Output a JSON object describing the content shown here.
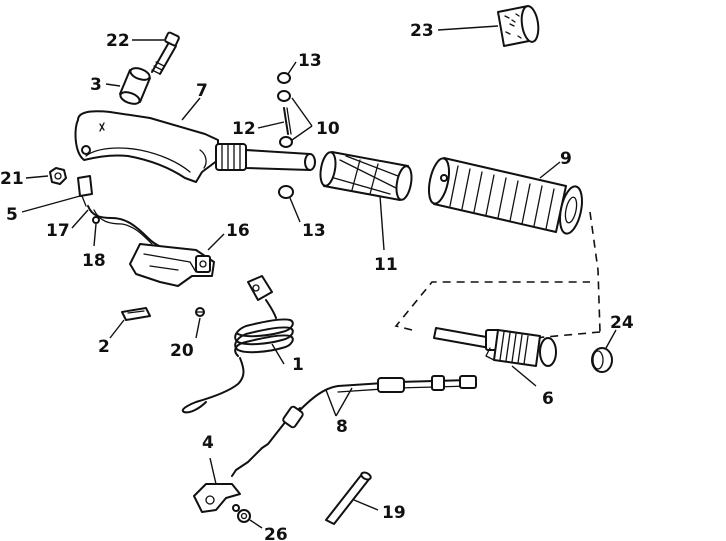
{
  "diagram": {
    "callouts": [
      {
        "id": "c22",
        "label": "22"
      },
      {
        "id": "c3",
        "label": "3"
      },
      {
        "id": "c7",
        "label": "7"
      },
      {
        "id": "c13a",
        "label": "13"
      },
      {
        "id": "c12",
        "label": "12"
      },
      {
        "id": "c10",
        "label": "10"
      },
      {
        "id": "c13b",
        "label": "13"
      },
      {
        "id": "c23",
        "label": "23"
      },
      {
        "id": "c9",
        "label": "9"
      },
      {
        "id": "c11",
        "label": "11"
      },
      {
        "id": "c21",
        "label": "21"
      },
      {
        "id": "c5",
        "label": "5"
      },
      {
        "id": "c17",
        "label": "17"
      },
      {
        "id": "c18",
        "label": "18"
      },
      {
        "id": "c16",
        "label": "16"
      },
      {
        "id": "c2",
        "label": "2"
      },
      {
        "id": "c20",
        "label": "20"
      },
      {
        "id": "c1",
        "label": "1"
      },
      {
        "id": "c24",
        "label": "24"
      },
      {
        "id": "c6",
        "label": "6"
      },
      {
        "id": "c8",
        "label": "8"
      },
      {
        "id": "c4",
        "label": "4"
      },
      {
        "id": "c26",
        "label": "26"
      },
      {
        "id": "c19",
        "label": "19"
      }
    ]
  }
}
